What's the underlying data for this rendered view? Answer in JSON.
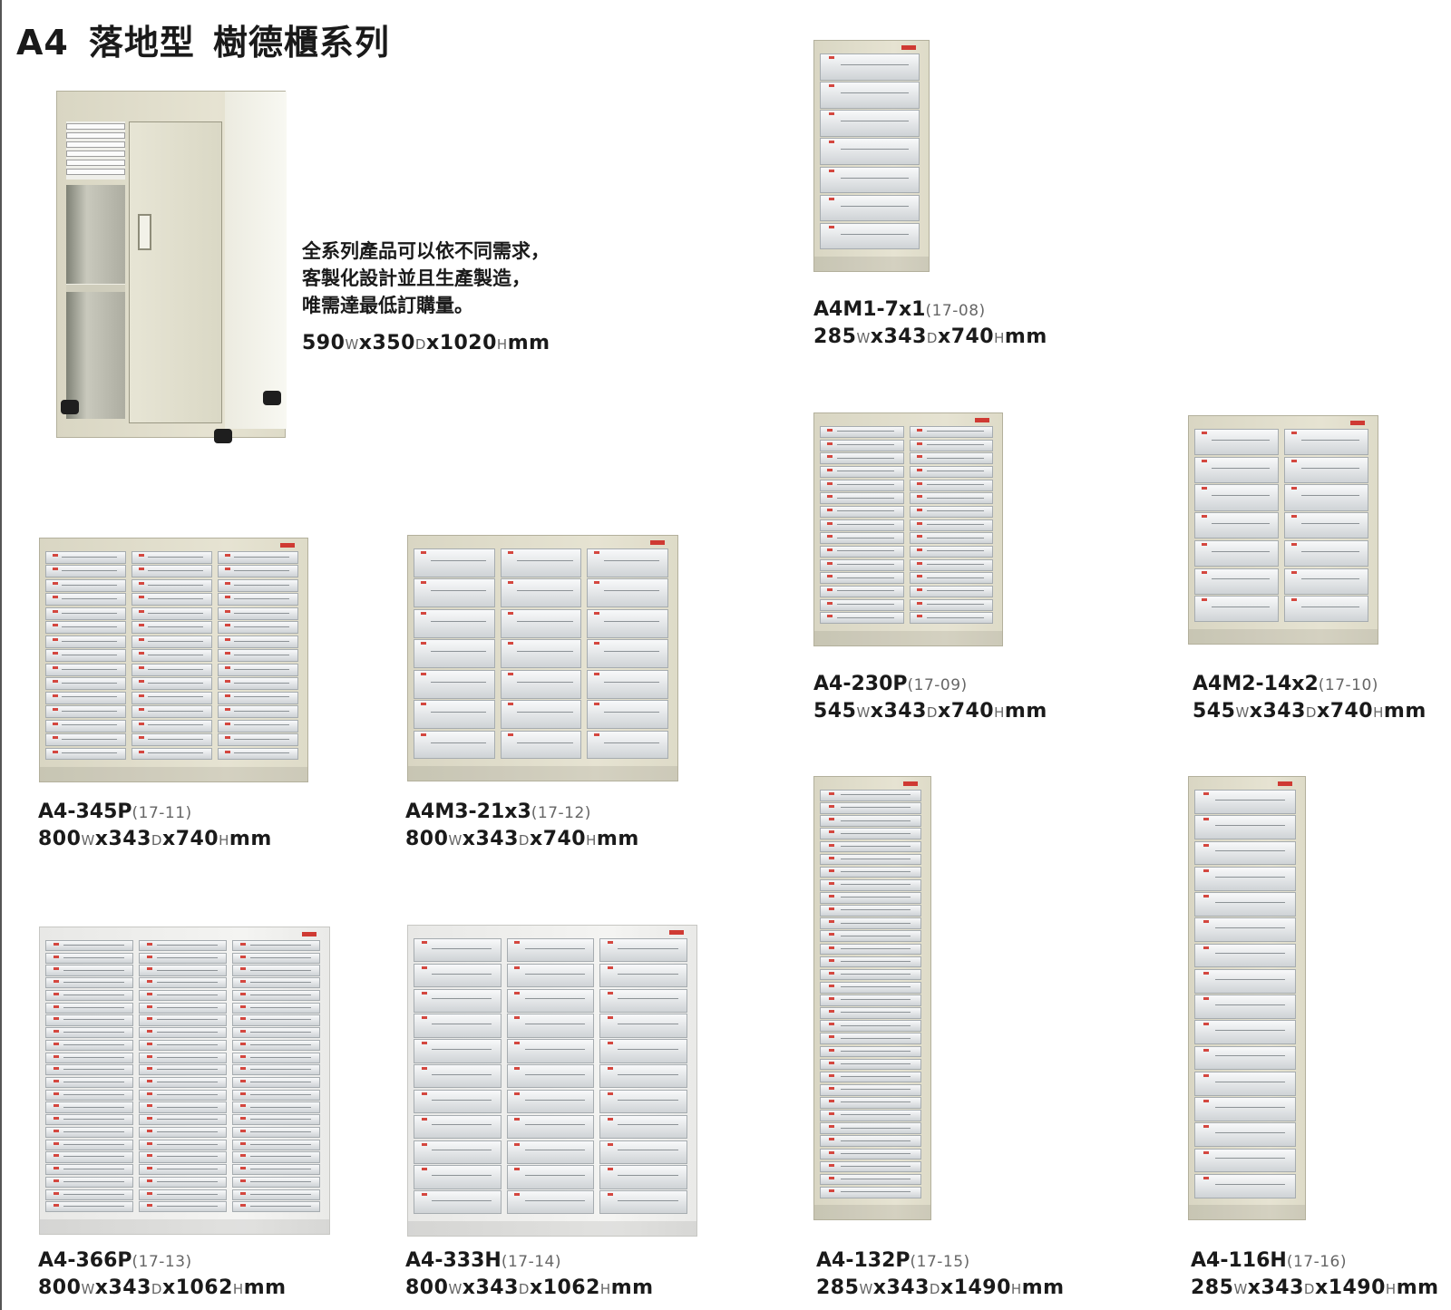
{
  "page": {
    "title_code": "A4",
    "title_part1": "落地型",
    "title_part2": "樹德櫃系列"
  },
  "intro": {
    "line1": "全系列產品可以依不同需求，",
    "line2": "客製化設計並且生產製造，",
    "line3": "唯需達最低訂購量。",
    "dims": {
      "w": "590",
      "d": "350",
      "h": "1020",
      "unit_w": "W",
      "unit_d": "D",
      "unit_h": "H",
      "mm": "mm"
    }
  },
  "products": [
    {
      "model": "A4M1-7x1",
      "code": "(17-08)",
      "w": "285",
      "d": "343",
      "h": "740",
      "columns": 1,
      "drawers_per_column": 7,
      "finish": "beige"
    },
    {
      "model": "A4-230P",
      "code": "(17-09)",
      "w": "545",
      "d": "343",
      "h": "740",
      "columns": 2,
      "drawers_per_column": 15,
      "finish": "beige"
    },
    {
      "model": "A4M2-14x2",
      "code": "(17-10)",
      "w": "545",
      "d": "343",
      "h": "740",
      "columns": 2,
      "drawers_per_column": 7,
      "finish": "beige"
    },
    {
      "model": "A4-345P",
      "code": "(17-11)",
      "w": "800",
      "d": "343",
      "h": "740",
      "columns": 3,
      "drawers_per_column": 15,
      "finish": "beige"
    },
    {
      "model": "A4M3-21x3",
      "code": "(17-12)",
      "w": "800",
      "d": "343",
      "h": "740",
      "columns": 3,
      "drawers_per_column": 7,
      "finish": "beige"
    },
    {
      "model": "A4-366P",
      "code": "(17-13)",
      "w": "800",
      "d": "343",
      "h": "1062",
      "columns": 3,
      "drawers_per_column": 22,
      "finish": "white"
    },
    {
      "model": "A4-333H",
      "code": "(17-14)",
      "w": "800",
      "d": "343",
      "h": "1062",
      "columns": 3,
      "drawers_per_column": 11,
      "finish": "white"
    },
    {
      "model": "A4-132P",
      "code": "(17-15)",
      "w": "285",
      "d": "343",
      "h": "1490",
      "columns": 1,
      "drawers_per_column": 32,
      "finish": "beige"
    },
    {
      "model": "A4-116H",
      "code": "(17-16)",
      "w": "285",
      "d": "343",
      "h": "1490",
      "columns": 1,
      "drawers_per_column": 16,
      "finish": "beige"
    }
  ],
  "units": {
    "w": "W",
    "d": "D",
    "h": "H",
    "mm": "mm",
    "x": "x"
  }
}
